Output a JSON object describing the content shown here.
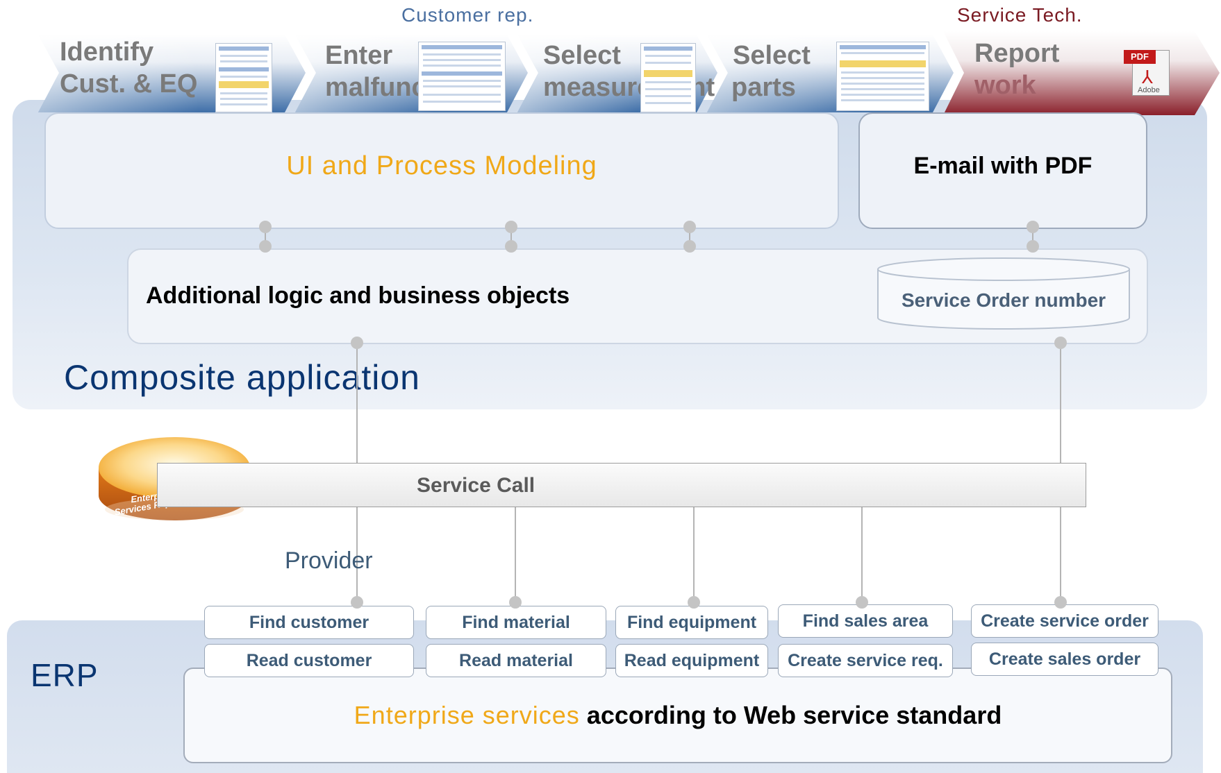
{
  "roles": {
    "customer_rep": "Customer rep.",
    "service_tech": "Service Tech."
  },
  "steps": [
    {
      "line1": "Identify",
      "line2": "Cust. & EQ"
    },
    {
      "line1": "Enter",
      "line2": "malfunction"
    },
    {
      "line1": "Select",
      "line2": "measurement"
    },
    {
      "line1": "Select",
      "line2": "parts"
    },
    {
      "line1": "Report",
      "line2": "work"
    }
  ],
  "pdf_icon": {
    "badge": "PDF",
    "brand": "Adobe",
    "icon": "pdf-file-icon"
  },
  "composite": {
    "ui_modeling": "UI and Process Modeling",
    "email_pdf": "E-mail with PDF",
    "logic": "Additional logic and business objects",
    "service_order": "Service Order number",
    "title": "Composite application"
  },
  "repository": {
    "line1": "Enterprise",
    "line2": "Services Repository"
  },
  "service_call": "Service Call",
  "provider": "Provider",
  "erp": {
    "label": "ERP",
    "services": [
      "Find customer",
      "Find material",
      "Find equipment",
      "Find sales area",
      "Create service order",
      "Read customer",
      "Read material",
      "Read equipment",
      "Create service req.",
      "Create sales order"
    ],
    "standard_prefix": "Enterprise services",
    "standard_suffix": "according to Web service standard"
  },
  "colors": {
    "blue_arrow": "#3f6fa8",
    "red_arrow": "#8a1f2a",
    "accent_orange": "#f0a818",
    "title_blue": "#0a3571",
    "service_text": "#3d5b77"
  }
}
